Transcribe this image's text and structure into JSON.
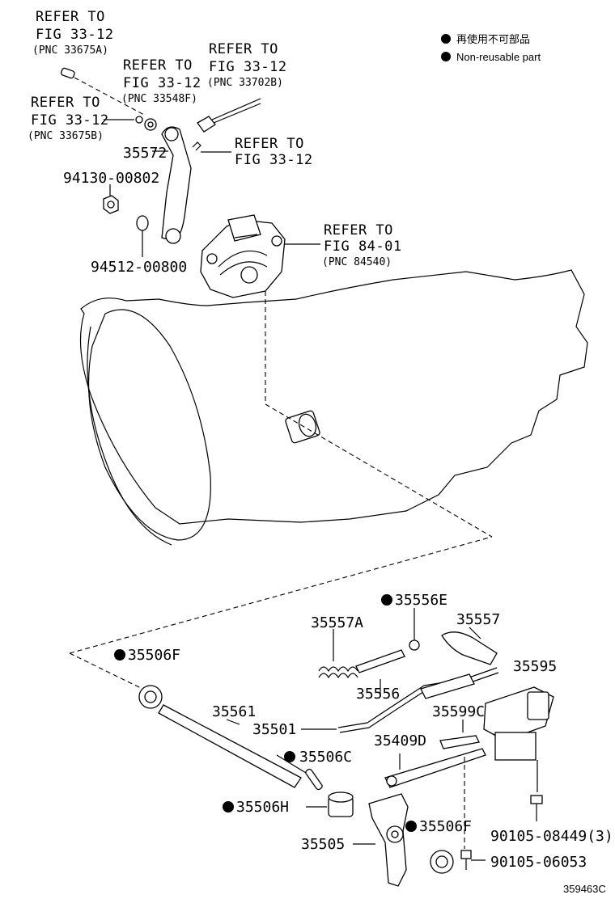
{
  "legend": {
    "line1": "再使用不可部品",
    "line2": "Non-reusable part"
  },
  "refs": {
    "r1": {
      "l1": "REFER TO",
      "l2": "FIG 33-12",
      "l3": "(PNC 33675A)"
    },
    "r2": {
      "l1": "REFER TO",
      "l2": "FIG 33-12",
      "l3": "(PNC 33548F)"
    },
    "r3": {
      "l1": "REFER TO",
      "l2": "FIG 33-12",
      "l3": "(PNC 33702B)"
    },
    "r4": {
      "l1": "REFER TO",
      "l2": "FIG 33-12",
      "l3": "(PNC 33675B)"
    },
    "r5": {
      "l1": "REFER TO",
      "l2": "FIG 33-12"
    },
    "r6": {
      "l1": "REFER TO",
      "l2": "FIG 84-01",
      "l3": "(PNC 84540)"
    }
  },
  "parts": {
    "p35572": "35572",
    "p94130": "94130-00802",
    "p94512": "94512-00800",
    "p35556E": "35556E",
    "p35557A": "35557A",
    "p35557": "35557",
    "p35506F_top": "35506F",
    "p35595": "35595",
    "p35556": "35556",
    "p35561": "35561",
    "p35599C": "35599C",
    "p35501": "35501",
    "p35409D": "35409D",
    "p35506C": "35506C",
    "p35506H": "35506H",
    "p35506F_bot": "35506F",
    "p90105a": "90105-08449(3)",
    "p35505": "35505",
    "p90105b": "90105-06053"
  },
  "figure_code": "359463C"
}
